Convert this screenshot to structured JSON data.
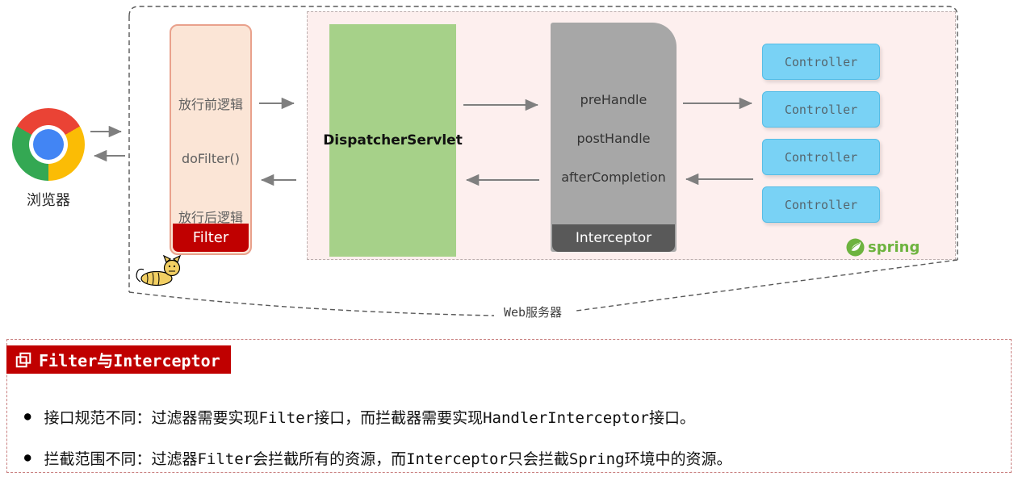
{
  "colors": {
    "accent_red": "#c00000",
    "filter_bg": "#fbe5d6",
    "filter_border": "#e9a18c",
    "dispatcher_green": "#a6d189",
    "interceptor_gray": "#a7a7a7",
    "interceptor_badge_gray": "#595959",
    "controller_blue": "#79d2f5",
    "inner_container_bg": "#fdefee",
    "spring_green": "#6db33f",
    "arrow_gray": "#7f7f7f"
  },
  "icons": {
    "bullet": "●"
  },
  "diagram": {
    "browser": {
      "label": "浏览器"
    },
    "web_server_label": "Web服务器",
    "filter": {
      "line_before": "放行前逻辑",
      "line_method": "doFilter()",
      "line_after": "放行后逻辑",
      "badge": "Filter"
    },
    "dispatcher_label": "DispatcherServlet",
    "interceptor": {
      "line_pre": "preHandle",
      "line_post": "postHandle",
      "line_after": "afterCompletion",
      "badge": "Interceptor"
    },
    "controllers": [
      "Controller",
      "Controller",
      "Controller",
      "Controller"
    ],
    "spring_label": "spring"
  },
  "notes": {
    "title": "Filter与Interceptor",
    "bullets": [
      "接口规范不同：过滤器需要实现Filter接口，而拦截器需要实现HandlerInterceptor接口。",
      "拦截范围不同：过滤器Filter会拦截所有的资源，而Interceptor只会拦截Spring环境中的资源。"
    ]
  }
}
